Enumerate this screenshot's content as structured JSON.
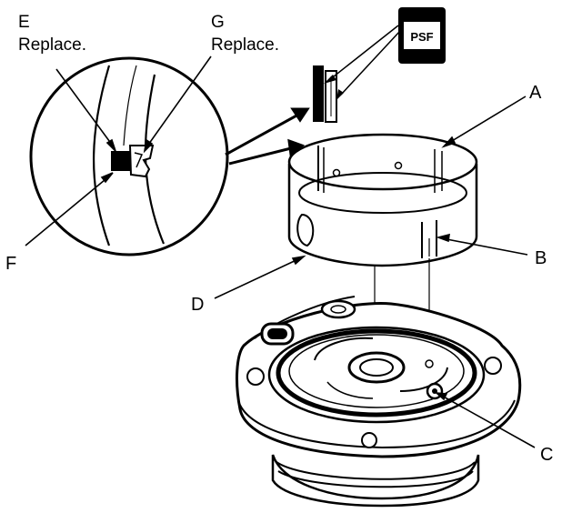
{
  "labels": {
    "E": "E",
    "E_note": "Replace.",
    "G": "G",
    "G_note": "Replace.",
    "A": "A",
    "B": "B",
    "C": "C",
    "D": "D",
    "F": "F"
  },
  "badge": {
    "text": "PSF"
  }
}
